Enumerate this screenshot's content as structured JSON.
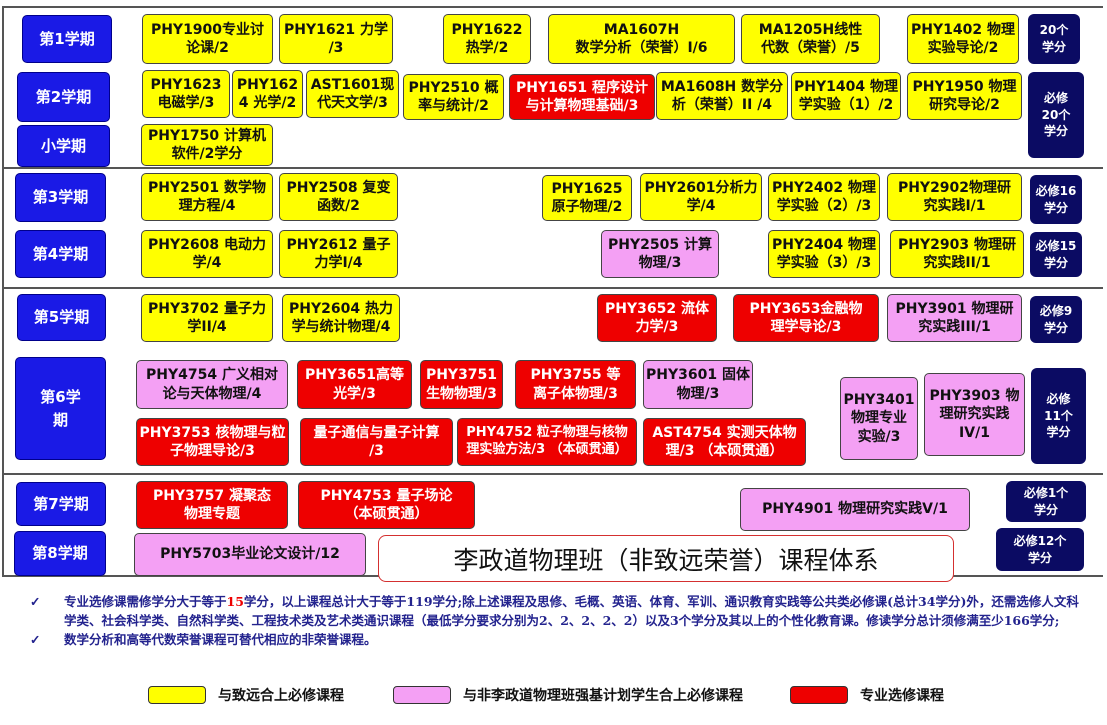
{
  "title": "李政道物理班（非致远荣誉）课程体系",
  "semesters": {
    "s1": "第1学期",
    "s2": "第2学期",
    "summer": "小学期",
    "s3": "第3学期",
    "s4": "第4学期",
    "s5": "第5学期",
    "s6a": "第6学",
    "s6b": "期",
    "s7": "第7学期",
    "s8": "第8学期"
  },
  "credits": {
    "c1": "20个\n学分",
    "c2": "必修\n20个\n学分",
    "c3": "必修16\n学分",
    "c4": "必修15\n学分",
    "c5": "必修9\n学分",
    "c6": "必修\n11个\n学分",
    "c7": "必修1个\n学分",
    "c8": "必修12个\n学分"
  },
  "courses": {
    "phy1900": "PHY1900专业讨\n论课/2",
    "phy1621": "PHY1621 力学\n/3",
    "phy1622": "PHY1622\n热学/2",
    "ma1607h": "MA1607H\n数学分析（荣誉）I/6",
    "ma1205h": "MA1205H线性\n代数（荣誉）/5",
    "phy1402": "PHY1402 物理\n实验导论/2",
    "phy1623": "PHY1623\n电磁学/3",
    "phy1624": "PHY162\n4 光学/2",
    "ast1601": "AST1601现\n代天文学/3",
    "phy2510": "PHY2510 概\n率与统计/2",
    "phy1651": "PHY1651 程序设计\n与计算物理基础/3",
    "ma1608h": "MA1608H 数学分\n析（荣誉）II /4",
    "phy1404": "PHY1404 物理\n学实验（1）/2",
    "phy1950": "PHY1950 物理\n研究导论/2",
    "phy1750": "PHY1750 计算机\n软件/2学分",
    "phy2501": "PHY2501 数学物\n理方程/4",
    "phy2508": "PHY2508 复变\n函数/2",
    "phy1625": "PHY1625\n原子物理/2",
    "phy2601": "PHY2601分析力\n学/4",
    "phy2402": "PHY2402 物理\n学实验（2）/3",
    "phy2902": "PHY2902物理研\n究实践I/1",
    "phy2608": "PHY2608 电动力\n学/4",
    "phy2612": "PHY2612 量子\n力学I/4",
    "phy2505": "PHY2505 计算\n物理/3",
    "phy2404": "PHY2404 物理\n学实验（3）/3",
    "phy2903": "PHY2903 物理研\n究实践II/1",
    "phy3702": "PHY3702 量子力\n学II/4",
    "phy2604": "PHY2604 热力\n学与统计物理/4",
    "phy3652": "PHY3652 流体\n力学/3",
    "phy3653": "PHY3653金融物\n理学导论/3",
    "phy3901": "PHY3901 物理研\n究实践III/1",
    "phy4754": "PHY4754 广义相对\n论与天体物理/4",
    "phy3651": "PHY3651高等\n光学/3",
    "phy3751": "PHY3751\n生物物理/3",
    "phy3755": "PHY3755 等\n离子体物理/3",
    "phy3601": "PHY3601 固体\n物理/3",
    "phy3401": "PHY3401\n物理专业\n实验/3",
    "phy3903": "PHY3903 物\n理研究实践\nIV/1",
    "phy3753": "PHY3753 核物理与粒\n子物理导论/3",
    "quantum": "量子通信与量子计算\n/3",
    "phy4752": "PHY4752 粒子物理与核物\n理实验方法/3 （本硕贯通）",
    "ast4754": "AST4754 实测天体物\n理/3 （本硕贯通）",
    "phy3757": "PHY3757 凝聚态\n物理专题",
    "phy4753": "PHY4753 量子场论\n（本硕贯通）",
    "phy4901": "PHY4901 物理研究实践V/1",
    "phy5703": "PHY5703毕业论文设计/12"
  },
  "notes": {
    "n1a": "专业选修课需修学分大于等于",
    "n1b": "15",
    "n1c": "学分，以上课程总计大于等于119学分;除上述课程及思修、毛概、英语、体育、军训、通识教育实践等公共类必修课(总计34学分)外，还需选修人文科学类、社会科学类、自然科学类、工程技术类及艺术类通识课程（最低学分要求分别为2、2、2、2、2）以及3个学分及其以上的个性化教育课。修读学分总计须修满至少166学分;",
    "n2": "数学分析和高等代数荣誉课程可替代相应的非荣誉课程。",
    "check": "✓"
  },
  "legend": {
    "yellow": "与致远合上必修课程",
    "pink": "与非李政道物理班强基计划学生合上必修课程",
    "red": "专业选修课程"
  },
  "colors": {
    "yellow": "#ffff00",
    "pink": "#f4a0f4",
    "red": "#ee0000",
    "semester": "#1a1ae6",
    "credit": "#0b0b63"
  }
}
